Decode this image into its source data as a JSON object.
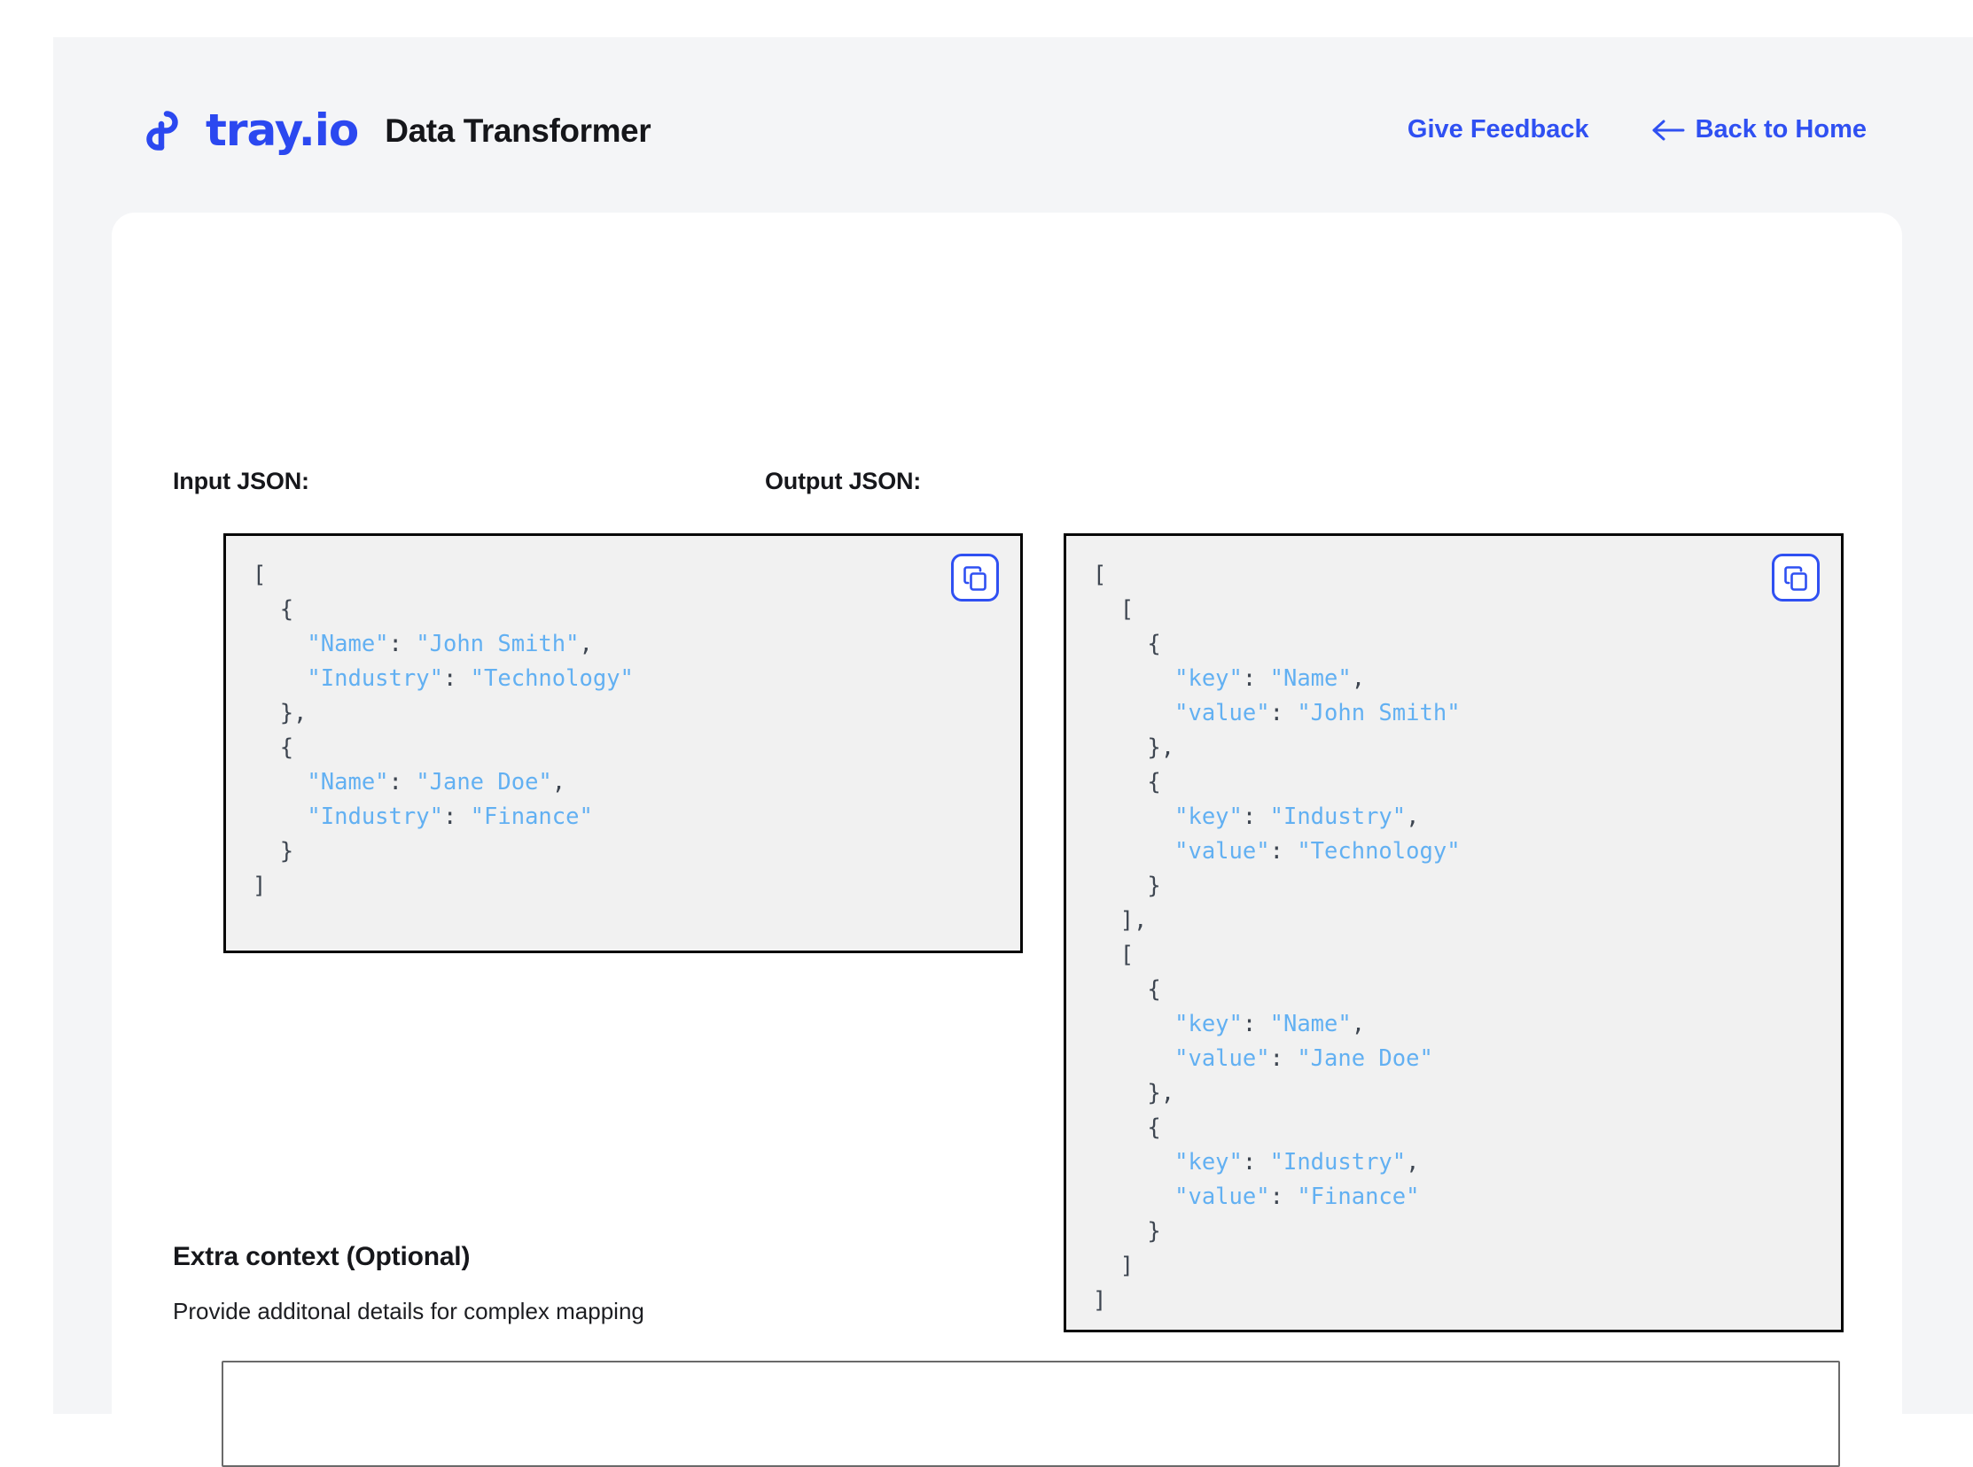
{
  "header": {
    "logo_word": "tray.io",
    "logo_icon": "tray-io-logo-mark",
    "app_title": "Data Transformer",
    "links": [
      {
        "label": "Give Feedback",
        "icon": ""
      },
      {
        "label": "Back to Home",
        "icon": "arrow-left-icon"
      }
    ],
    "accent_color": "#2f50f2",
    "background_color": "#f4f5f7"
  },
  "panels": {
    "input": {
      "label": "Input JSON:",
      "copy_button_icon": "copy-icon",
      "code": "[\n  {\n    \"Name\": \"John Smith\",\n    \"Industry\": \"Technology\"\n  },\n  {\n    \"Name\": \"Jane Doe\",\n    \"Industry\": \"Finance\"\n  }\n]",
      "string_color": "#62b0f2",
      "punctuation_color": "#3e4651",
      "background_color": "#f1f1f1",
      "border_color": "#050505"
    },
    "output": {
      "label": "Output JSON:",
      "copy_button_icon": "copy-icon",
      "code": "[\n  [\n    {\n      \"key\": \"Name\",\n      \"value\": \"John Smith\"\n    },\n    {\n      \"key\": \"Industry\",\n      \"value\": \"Technology\"\n    }\n  ],\n  [\n    {\n      \"key\": \"Name\",\n      \"value\": \"Jane Doe\"\n    },\n    {\n      \"key\": \"Industry\",\n      \"value\": \"Finance\"\n    }\n  ]\n]",
      "string_color": "#62b0f2",
      "punctuation_color": "#3e4651",
      "background_color": "#f1f1f1",
      "border_color": "#050505"
    }
  },
  "extra_context": {
    "heading": "Extra context (Optional)",
    "description": "Provide additonal details for complex mapping",
    "value": "",
    "placeholder": ""
  }
}
